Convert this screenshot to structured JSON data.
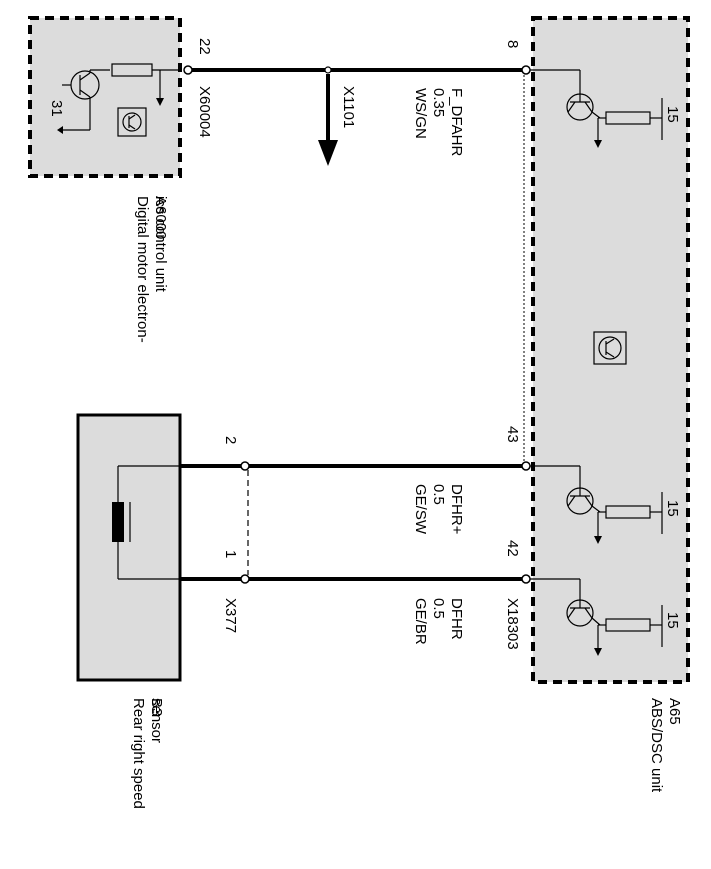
{
  "components": {
    "dme": {
      "id": "A6000",
      "name": "Digital motor electron-\nics control unit",
      "pin": "22",
      "connector": "X60004",
      "ground": "31"
    },
    "abs": {
      "id": "A65",
      "name": "ABS/DSC unit",
      "pins": [
        "8",
        "43",
        "42"
      ],
      "connector": "X18303",
      "supply": "15"
    },
    "sensor": {
      "id": "B3",
      "name": "Rear right speed\nsensor",
      "pins": [
        "2",
        "1"
      ],
      "connector": "X377"
    }
  },
  "wires": [
    {
      "signal": "F_DFAHR",
      "size": "0.35",
      "color": "WS/GN",
      "junction": "X1101"
    },
    {
      "signal": "DFHR+",
      "size": "0.5",
      "color": "GE/SW"
    },
    {
      "signal": "DFHR",
      "size": "0.5",
      "color": "GE/BR"
    }
  ]
}
